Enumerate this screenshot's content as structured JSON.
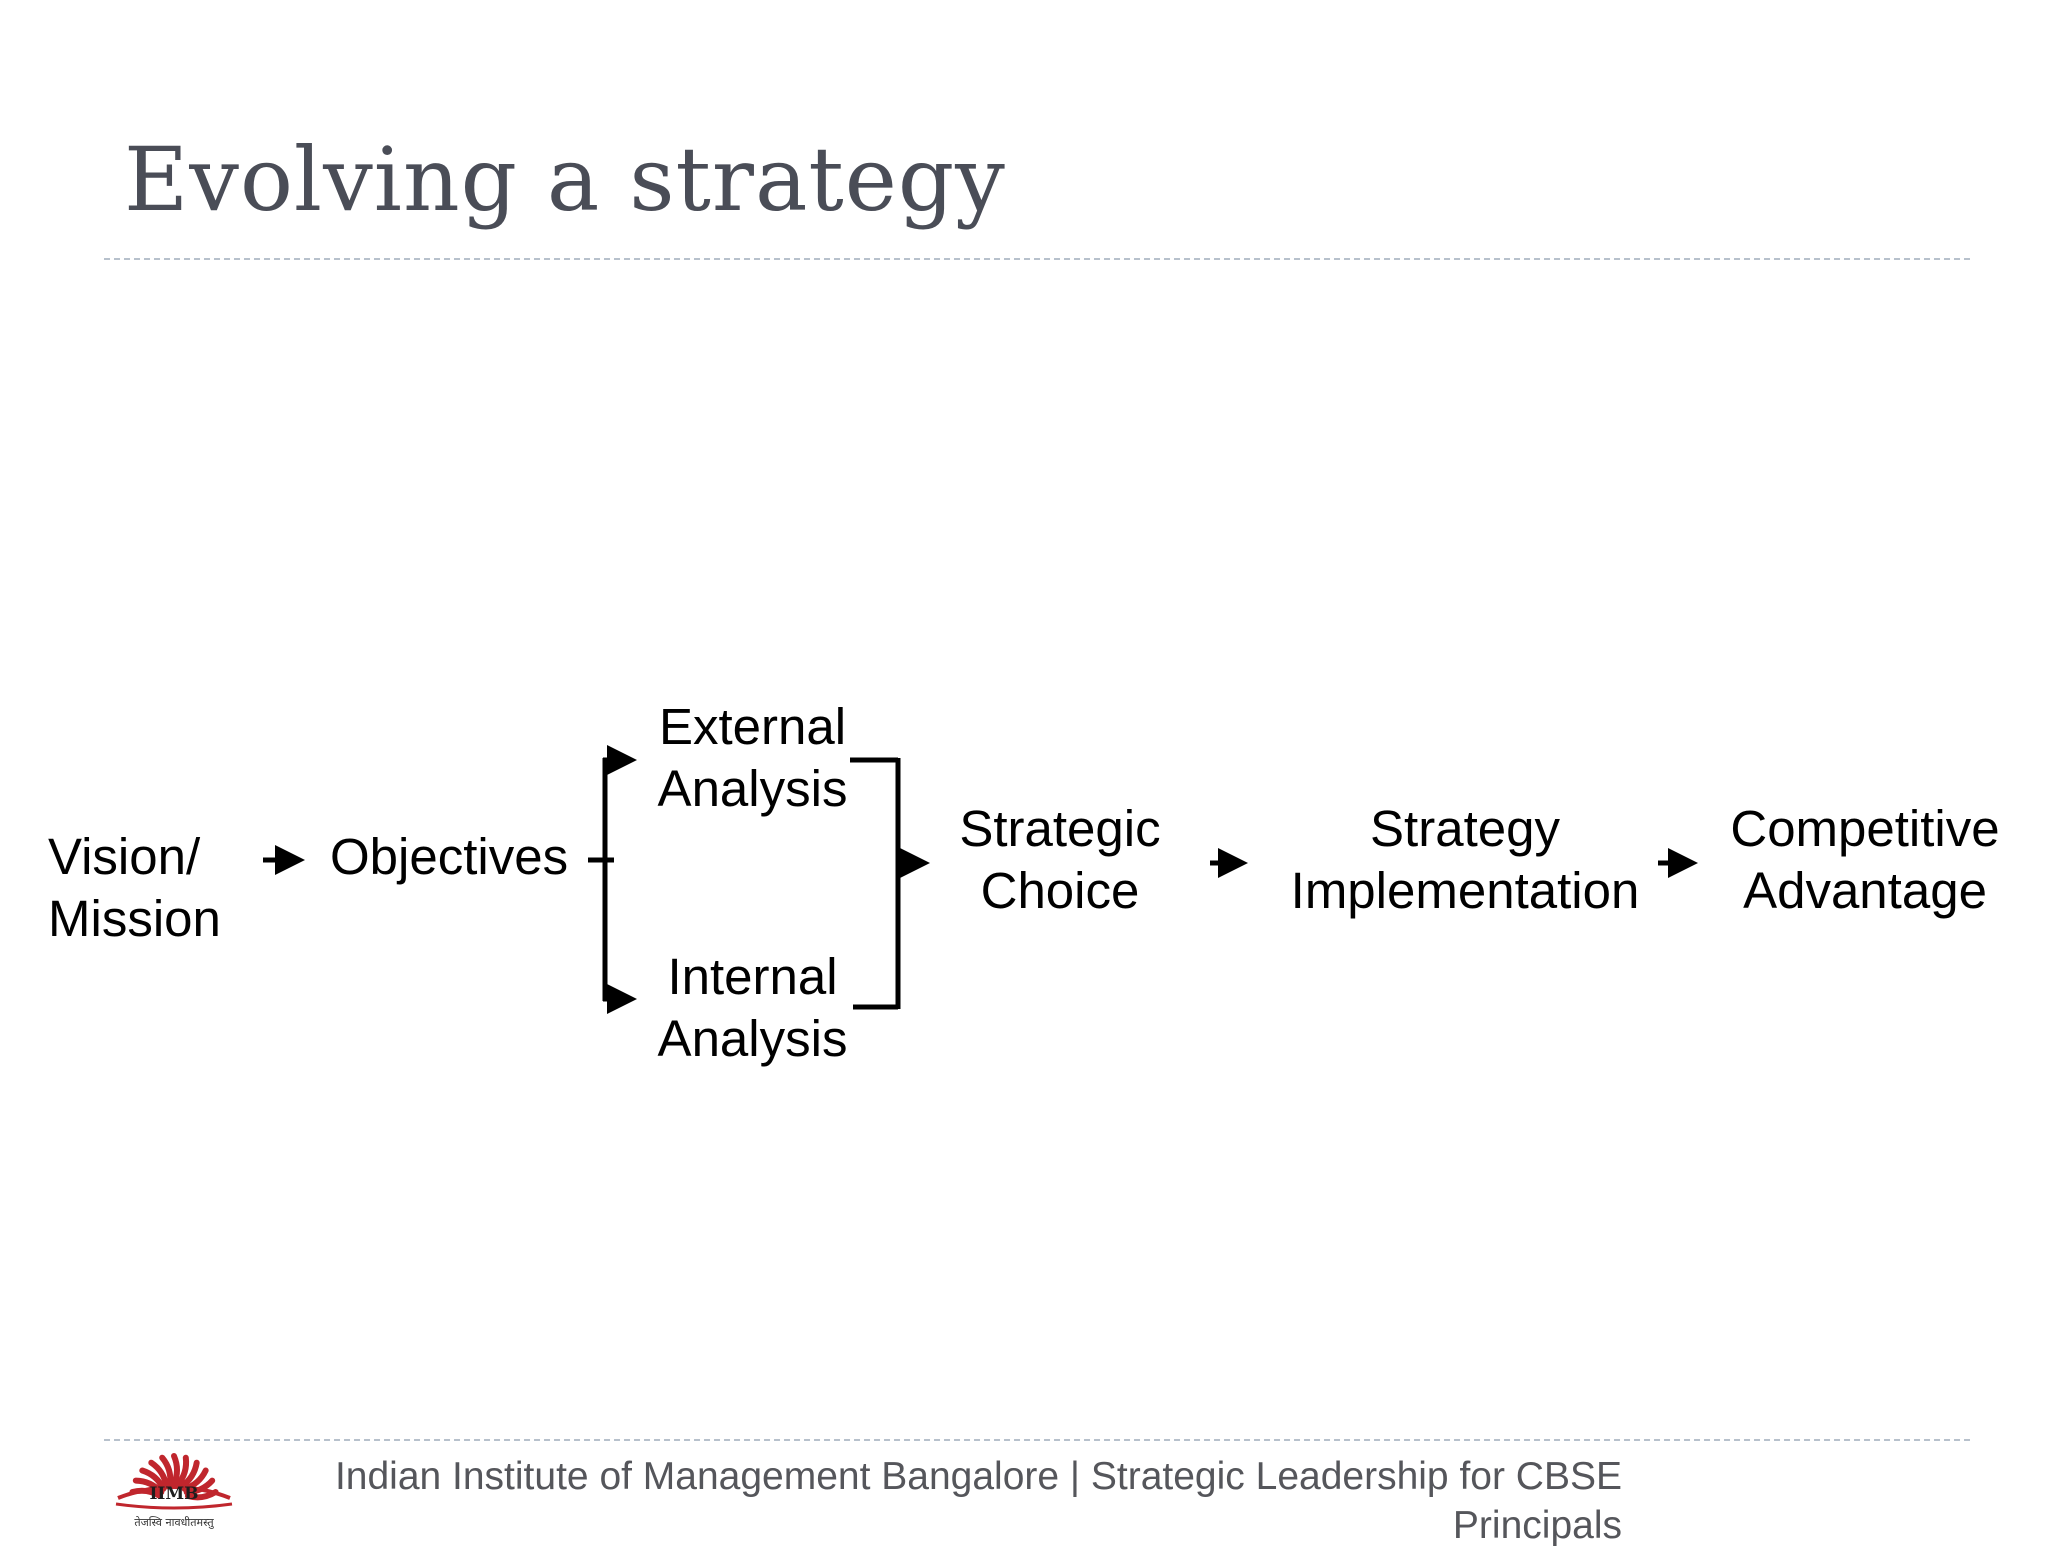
{
  "slide": {
    "title": "Evolving a strategy"
  },
  "diagram": {
    "nodes": {
      "vision": "Vision/\nMission",
      "objectives": "Objectives",
      "external": "External\nAnalysis",
      "internal": "Internal\nAnalysis",
      "choice": "Strategic\nChoice",
      "implementation": "Strategy\nImplementation",
      "advantage": "Competitive\nAdvantage"
    }
  },
  "footer": {
    "line1": "Indian Institute of Management Bangalore | Strategic Leadership for CBSE",
    "line2": "Principals",
    "logo_text": "IIMB",
    "logo_motto": "तेजस्वि नावधीतमस्तु",
    "logo_color": "#c0262d"
  }
}
